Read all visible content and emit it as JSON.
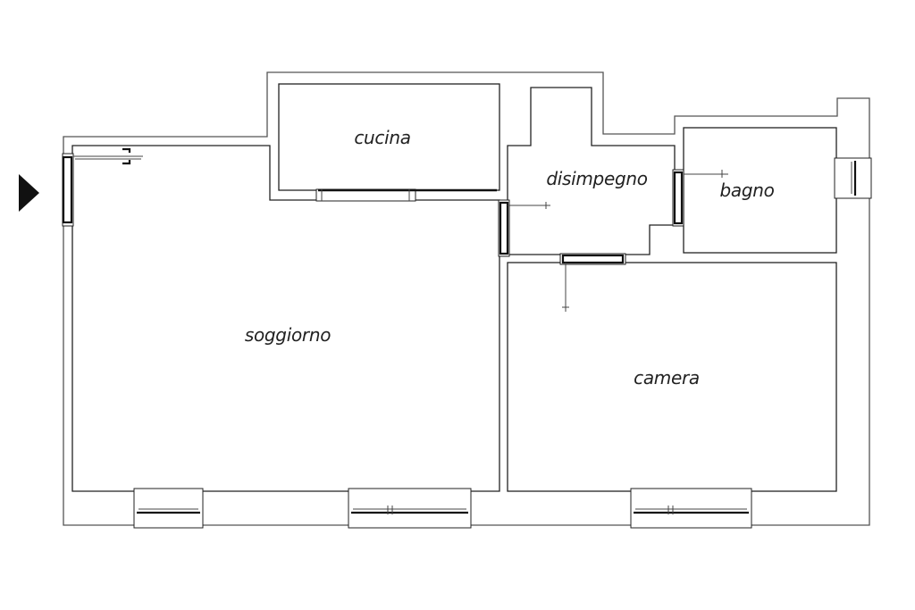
{
  "plan": {
    "rooms": [
      {
        "id": "cucina",
        "label": "cucina"
      },
      {
        "id": "disimpegno",
        "label": "disimpegno"
      },
      {
        "id": "bagno",
        "label": "bagno"
      },
      {
        "id": "soggiorno",
        "label": "soggiorno"
      },
      {
        "id": "camera",
        "label": "camera"
      }
    ],
    "entrance_marker": "triangle-arrow-icon"
  }
}
